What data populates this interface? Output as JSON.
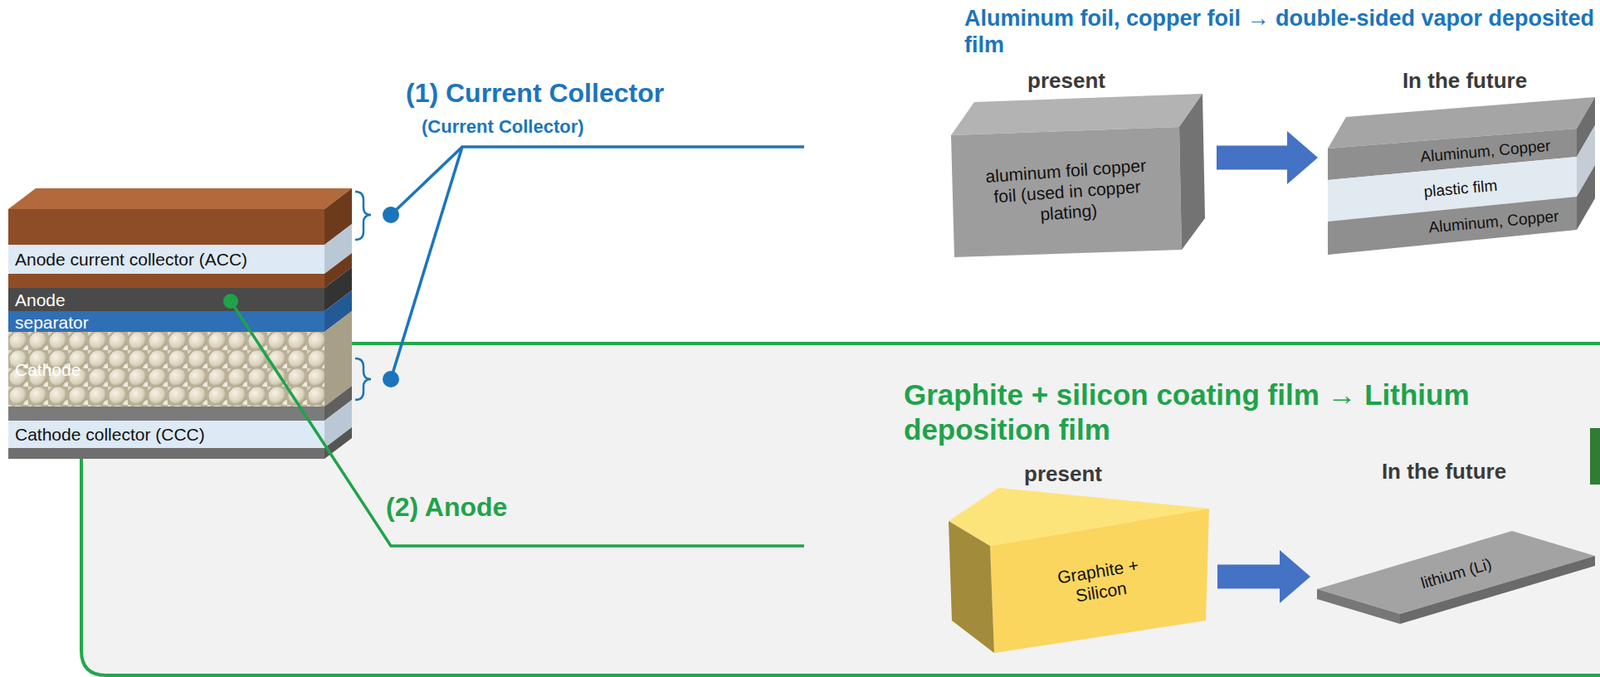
{
  "diagram": {
    "nodes": [
      {
        "text": [
          "aluminum foil copper foil (used in copper plating)"
        ]
      },
      {
        "text": [
          "Aluminum, Copper",
          "plastic film",
          "Aluminum, Copper"
        ]
      },
      {
        "text": [
          "Graphite + silicon coating film → Lithium deposition film"
        ]
      },
      {
        "text": [
          "Graphite + Silicon"
        ],
        "in": 2
      },
      {
        "text": [
          "lithium (Li)"
        ],
        "in": 2
      }
    ],
    "edges": [
      {
        "from": 0,
        "to": 1,
        "arrow": "to"
      },
      {
        "from": 3,
        "to": 4,
        "arrow": "to"
      }
    ],
    "labels": [
      "(1) Current Collector",
      "(Current Collector)",
      "Aluminum foil, copper foil → double-sided vapor deposited film",
      "present",
      "In the future",
      "present",
      "In the future",
      "(2) Anode",
      "Anode current collector (ACC)",
      "Anode",
      "separator",
      "Cathode",
      "Cathode collector (CCC)"
    ]
  }
}
